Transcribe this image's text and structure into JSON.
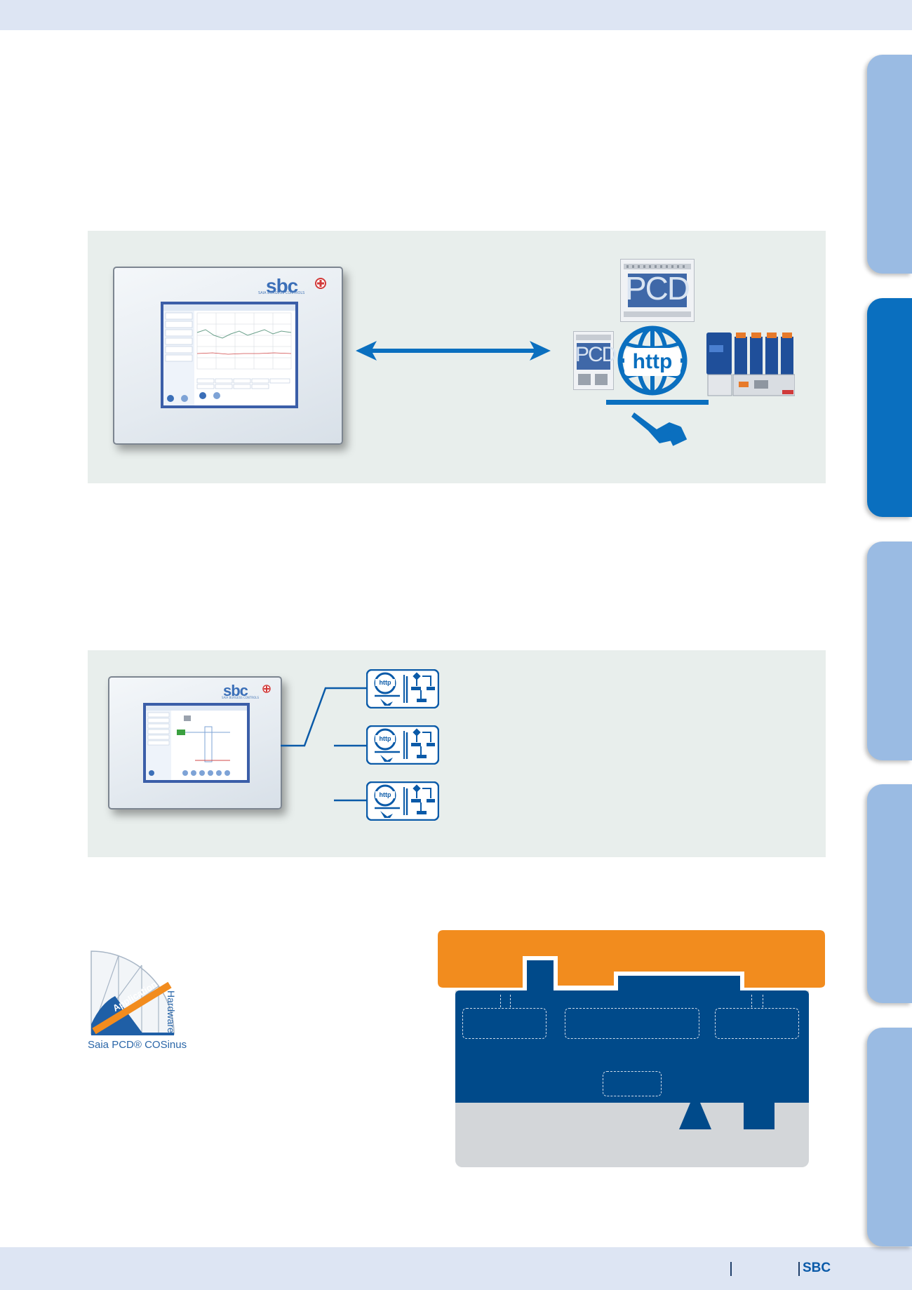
{
  "footer": {
    "brand": "SBC"
  },
  "hmi_screen_1": {
    "logo": "sbc",
    "logo_subtitle": "SAIA BURGESS CONTROLS"
  },
  "hmi_screen_2": {
    "logo": "sbc",
    "logo_subtitle": "SAIA BURGESS CONTROLS"
  },
  "pcd_devices": {
    "label_top": "PCD",
    "label_small": "PCD",
    "web_label": "http"
  },
  "web_icons": {
    "label": "http"
  },
  "cosinus_logo": {
    "arc_text": "Application",
    "side_text": "Hardware",
    "brand_text": "Saia PCD® COSinus"
  },
  "colors": {
    "accent_blue": "#0a6fbf",
    "dark_blue": "#004a8a",
    "orange": "#f28c1e",
    "panel_grey": "#e8eeec",
    "tab_light": "#9abbe3"
  }
}
